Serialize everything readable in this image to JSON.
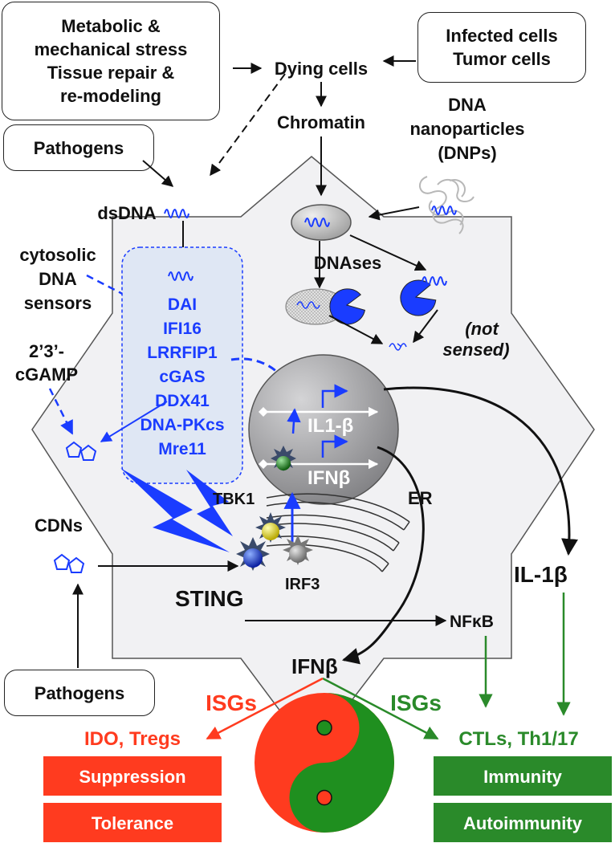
{
  "boxes": {
    "stress_line1": "Metabolic &",
    "stress_line2": "mechanical stress",
    "stress_line3": "Tissue repair &",
    "stress_line4": "re-modeling",
    "infected_line1": "Infected cells",
    "infected_line2": "Tumor cells",
    "pathogens_top": "Pathogens",
    "pathogens_bottom": "Pathogens"
  },
  "labels": {
    "dying_cells": "Dying cells",
    "chromatin": "Chromatin",
    "dnp_line1": "DNA",
    "dnp_line2": "nanoparticles",
    "dnp_line3": "(DNPs)",
    "dsdna": "dsDNA",
    "sensors_line1": "cytosolic",
    "sensors_line2": "DNA",
    "sensors_line3": "sensors",
    "cgamp_line1": "2’3’-",
    "cgamp_line2": "cGAMP",
    "dnases": "DNAses",
    "not_sensed_line1": "(not",
    "not_sensed_line2": "sensed)",
    "il1b_gene": "IL1-β",
    "ifnb_gene": "IFNβ",
    "tbk1": "TBK1",
    "er": "ER",
    "cdns": "CDNs",
    "sting": "STING",
    "irf3": "IRF3",
    "nfkb": "NFκB",
    "ifnb_out": "IFNβ",
    "il1b_out": "IL-1β",
    "isgs_left": "ISGs",
    "isgs_right": "ISGs",
    "ido_tregs": "IDO, Tregs",
    "ctls": "CTLs, Th1/17"
  },
  "sensors": [
    "DAI",
    "IFI16",
    "LRRFIP1",
    "cGAS",
    "DDX41",
    "DNA-PKcs",
    "Mre11"
  ],
  "outcomes": {
    "suppression": "Suppression",
    "tolerance": "Tolerance",
    "immunity": "Immunity",
    "autoimmunity": "Autoimmunity"
  },
  "colors": {
    "blue": "#1a3cff",
    "red": "#ff3b1f",
    "green": "#2a8a2a",
    "cell_fill": "#f1f1f3",
    "sensor_box": "#dfe7f4",
    "nucleus": "#9c9c9e"
  }
}
